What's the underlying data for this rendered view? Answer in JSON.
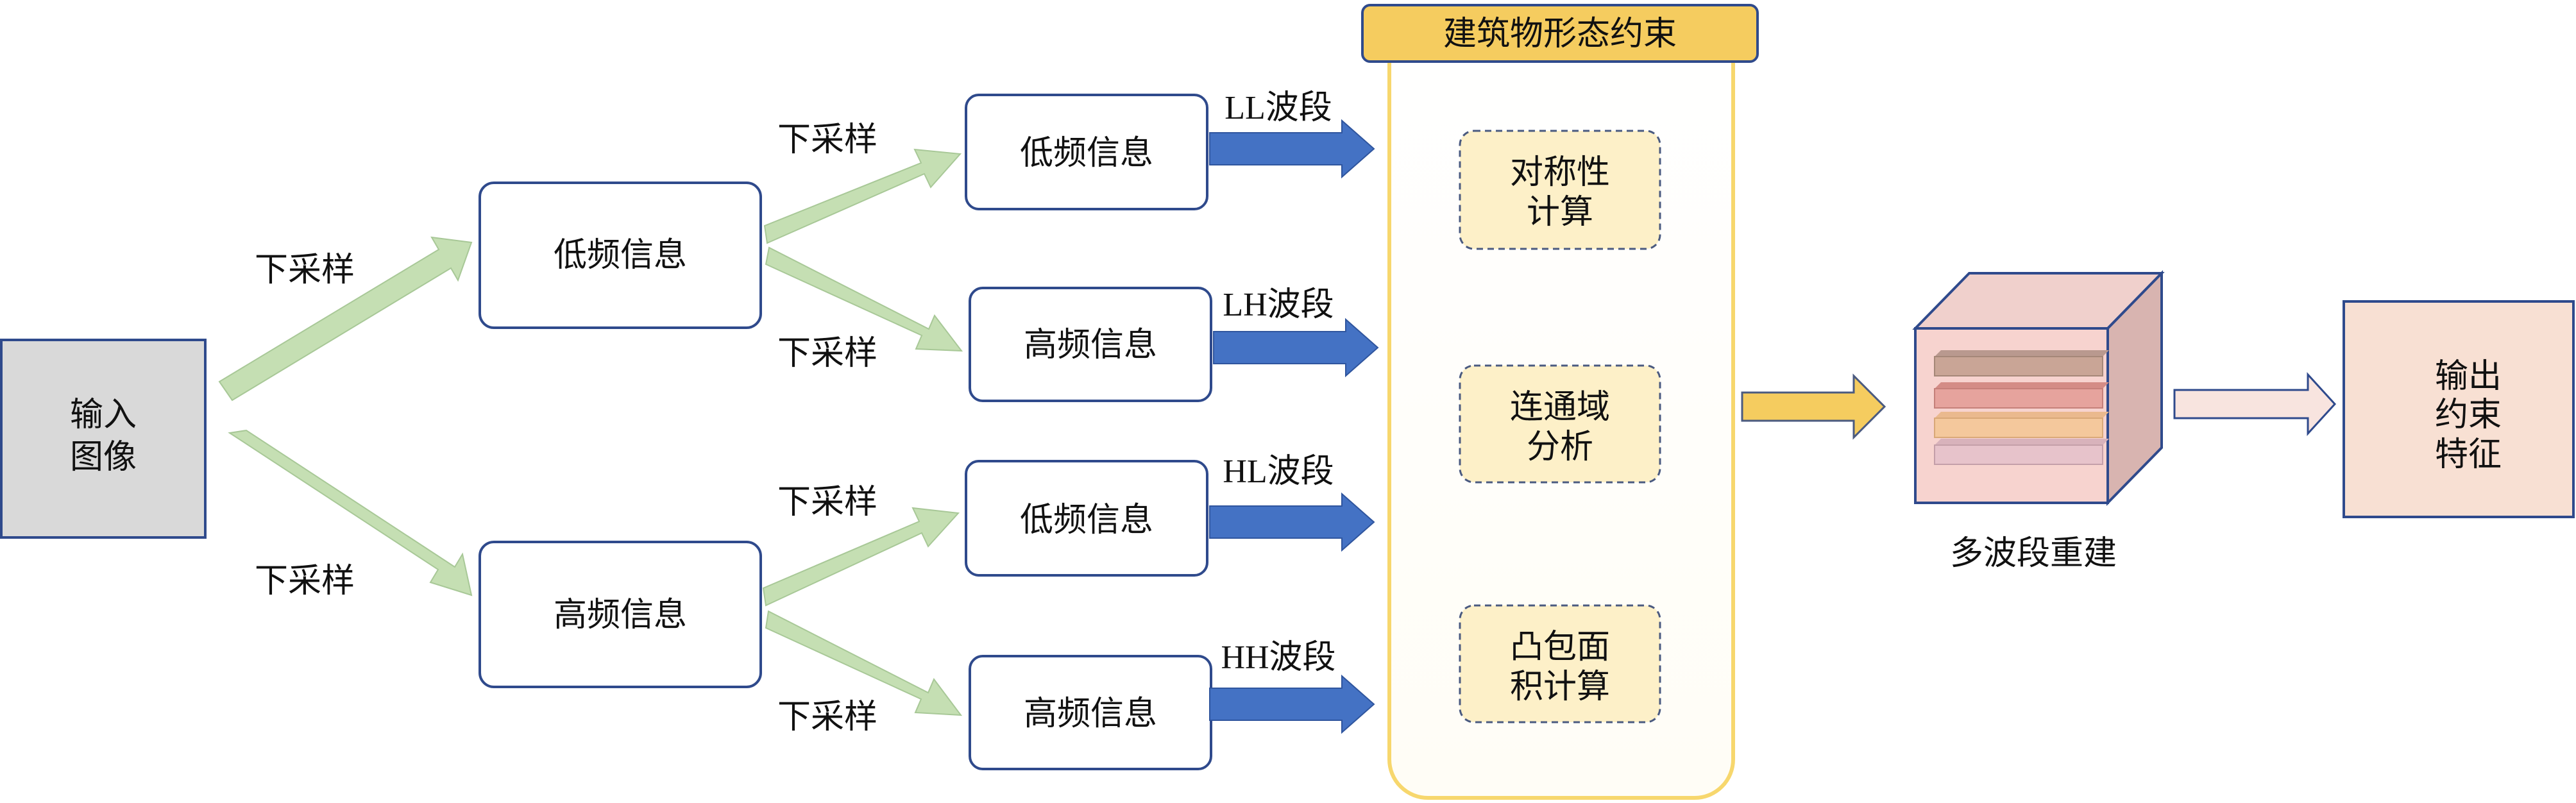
{
  "input": {
    "label_line1": "输入",
    "label_line2": "图像"
  },
  "downsample_label": "下采样",
  "level1": {
    "low": "低频信息",
    "high": "高频信息"
  },
  "level2": {
    "ll": "低频信息",
    "lh": "高频信息",
    "hl": "低频信息",
    "hh": "高频信息"
  },
  "bands": {
    "ll": "LL波段",
    "lh": "LH波段",
    "hl": "HL波段",
    "hh": "HH波段"
  },
  "constraint": {
    "title": "建筑物形态约束",
    "items": [
      {
        "line1": "对称性",
        "line2": "计算"
      },
      {
        "line1": "连通域",
        "line2": "分析"
      },
      {
        "line1": "凸包面",
        "line2": "积计算"
      }
    ]
  },
  "reconstruct": {
    "label": "多波段重建"
  },
  "output": {
    "line1": "输出",
    "line2": "约束",
    "line3": "特征"
  },
  "colors": {
    "box_border": "#2f4a8c",
    "green_arrow": "#c5dfb3",
    "blue_arrow": "#4472c4",
    "gold": "#f5cc5f",
    "constraint_panel_border": "#f7d76d",
    "item_fill": "#fdf0c8",
    "input_fill": "#d9d9d9",
    "output_fill": "#f8e0d3",
    "cube_front": "#f7d3cf",
    "cube_side": "#d8b4b0"
  }
}
